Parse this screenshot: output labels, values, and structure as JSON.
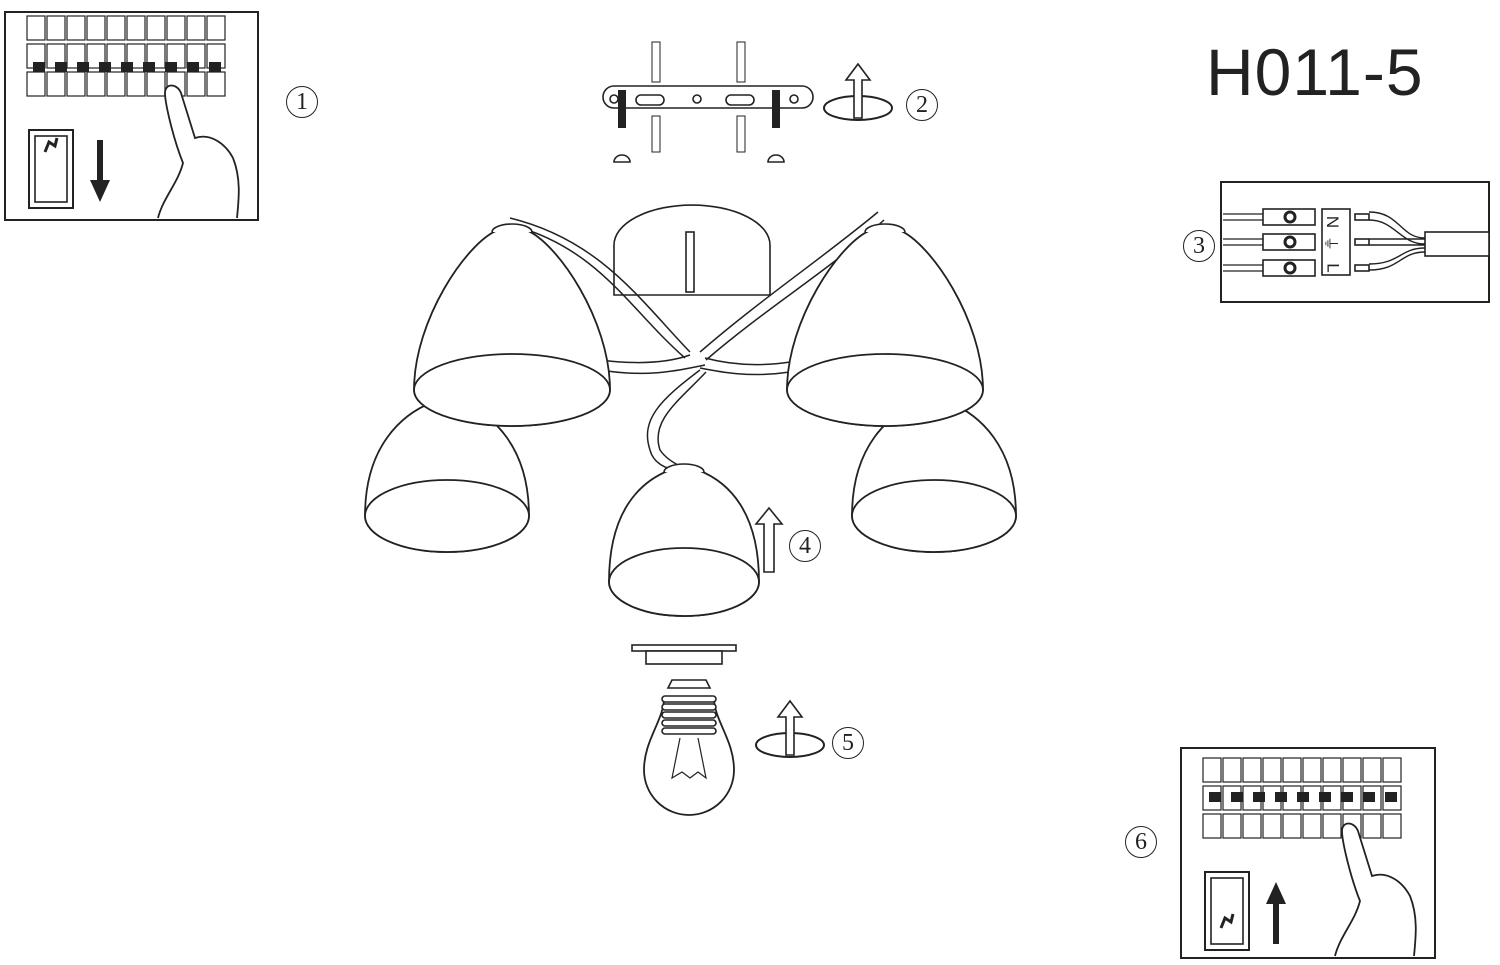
{
  "title": "H011-5",
  "steps": [
    {
      "number": "1",
      "description": "switch-off-power"
    },
    {
      "number": "2",
      "description": "mount-bracket"
    },
    {
      "number": "3",
      "description": "connect-wires"
    },
    {
      "number": "4",
      "description": "lift-fixture"
    },
    {
      "number": "5",
      "description": "install-bulb"
    },
    {
      "number": "6",
      "description": "switch-on-power"
    }
  ],
  "wiring": {
    "neutral_label": "N",
    "live_label": "L",
    "ground_symbol": "⏚"
  },
  "colors": {
    "line": "#222222",
    "background": "#ffffff"
  }
}
